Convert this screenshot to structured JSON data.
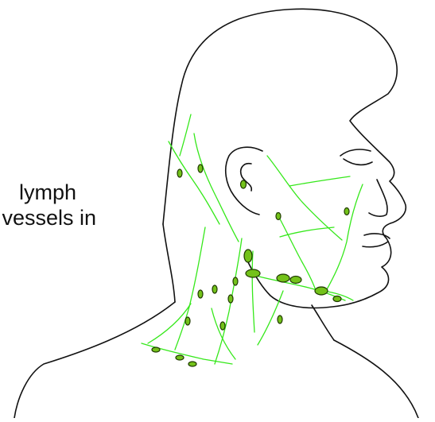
{
  "caption": {
    "line1": "lymph",
    "line2": "d vessels in"
  },
  "colors": {
    "outline": "#111111",
    "vessel": "#35e81a",
    "node_fill": "#73c21a",
    "node_stroke": "#1f3a00",
    "background": "#ffffff"
  },
  "icons": {
    "head": "head-profile-outline",
    "nodes": "lymph-node-ellipse"
  }
}
